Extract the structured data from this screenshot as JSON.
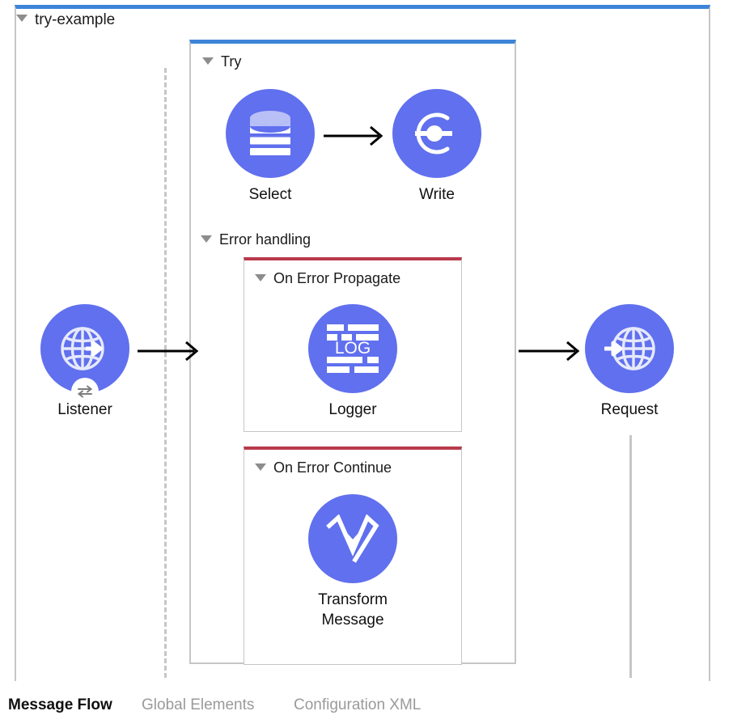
{
  "flow": {
    "name": "try-example",
    "accent_color": "#3d85d8",
    "border_color": "#c6c6c6"
  },
  "scopes": {
    "try": {
      "title": "Try",
      "accent_color": "#3d85d8"
    },
    "error_handling": {
      "title": "Error handling"
    },
    "on_error_propagate": {
      "title": "On Error Propagate",
      "accent_color": "#b83a4b"
    },
    "on_error_continue": {
      "title": "On Error Continue",
      "accent_color": "#b83a4b"
    }
  },
  "nodes": {
    "listener": {
      "label": "Listener",
      "icon": "globe-arrow-out-icon",
      "badge_icon": "exchange-arrows-icon",
      "color": "#6070ee"
    },
    "select": {
      "label": "Select",
      "icon": "database-icon",
      "color": "#6070ee"
    },
    "write": {
      "label": "Write",
      "icon": "file-write-c-icon",
      "color": "#6070ee"
    },
    "logger": {
      "label": "Logger",
      "icon": "log-lines-icon",
      "color": "#6070ee"
    },
    "transform": {
      "label": "Transform\nMessage",
      "icon": "dataweave-v-icon",
      "color": "#6070ee"
    },
    "request": {
      "label": "Request",
      "icon": "globe-arrow-in-icon",
      "color": "#6070ee"
    }
  },
  "connectors": [
    {
      "name": "listener-to-try",
      "type": "arrow-right"
    },
    {
      "name": "select-to-write",
      "type": "arrow-right"
    },
    {
      "name": "try-to-request",
      "type": "arrow-right"
    },
    {
      "name": "flow-spine-dashed",
      "type": "dashed-vertical"
    },
    {
      "name": "request-spine",
      "type": "solid-vertical"
    }
  ],
  "tabs": [
    {
      "id": "message-flow",
      "label": "Message Flow",
      "active": true
    },
    {
      "id": "global-elements",
      "label": "Global Elements",
      "active": false
    },
    {
      "id": "configuration-xml",
      "label": "Configuration XML",
      "active": false
    }
  ]
}
